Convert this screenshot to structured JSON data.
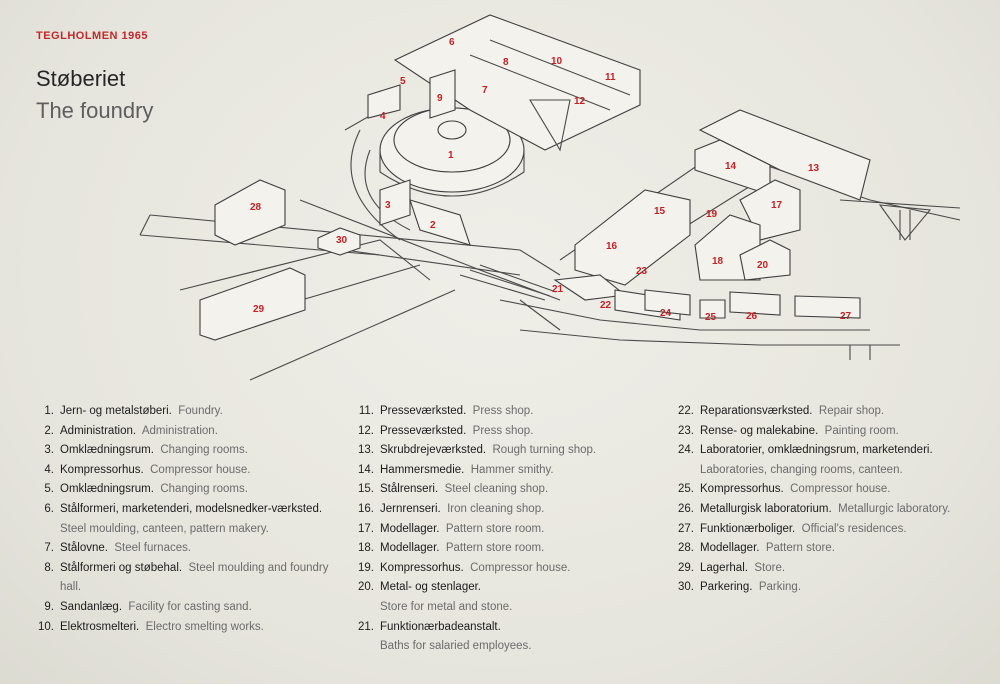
{
  "header": {
    "tag": "TEGLHOLMEN 1965",
    "title_da": "Støberiet",
    "title_en": "The foundry"
  },
  "colors": {
    "accent_red": "#c32126",
    "background": "#e9e8e1"
  },
  "map_labels": [
    "1",
    "2",
    "3",
    "4",
    "5",
    "6",
    "7",
    "8",
    "9",
    "10",
    "11",
    "12",
    "13",
    "14",
    "15",
    "16",
    "17",
    "18",
    "19",
    "20",
    "21",
    "22",
    "23",
    "24",
    "25",
    "26",
    "27",
    "28",
    "29",
    "30"
  ],
  "legend": {
    "col1": [
      {
        "n": "1.",
        "da": "Jern- og metalstøberi.",
        "en": "Foundry."
      },
      {
        "n": "2.",
        "da": "Administration.",
        "en": "Administration."
      },
      {
        "n": "3.",
        "da": "Omklædningsrum.",
        "en": "Changing rooms."
      },
      {
        "n": "4.",
        "da": "Kompressorhus.",
        "en": "Compressor house."
      },
      {
        "n": "5.",
        "da": "Omklædningsrum.",
        "en": "Changing rooms."
      },
      {
        "n": "6.",
        "da": "Stålformeri, marketenderi, modelsnedker-værksted.",
        "en": "Steel moulding, canteen, pattern makery."
      },
      {
        "n": "7.",
        "da": "Stålovne.",
        "en": "Steel furnaces."
      },
      {
        "n": "8.",
        "da": "Stålformeri og støbehal.",
        "en": "Steel moulding and foundry hall."
      },
      {
        "n": "9.",
        "da": "Sandanlæg.",
        "en": "Facility for casting sand."
      },
      {
        "n": "10.",
        "da": "Elektrosmelteri.",
        "en": "Electro smelting works."
      }
    ],
    "col2": [
      {
        "n": "11.",
        "da": "Presseværksted.",
        "en": "Press shop."
      },
      {
        "n": "12.",
        "da": "Presseværksted.",
        "en": "Press shop."
      },
      {
        "n": "13.",
        "da": "Skrubdrejeværksted.",
        "en": "Rough turning shop."
      },
      {
        "n": "14.",
        "da": "Hammersmedie.",
        "en": "Hammer smithy."
      },
      {
        "n": "15.",
        "da": "Stålrenseri.",
        "en": "Steel cleaning shop."
      },
      {
        "n": "16.",
        "da": "Jernrenseri.",
        "en": "Iron cleaning shop."
      },
      {
        "n": "17.",
        "da": "Modellager.",
        "en": "Pattern store room."
      },
      {
        "n": "18.",
        "da": "Modellager.",
        "en": "Pattern store room."
      },
      {
        "n": "19.",
        "da": "Kompressorhus.",
        "en": "Compressor house."
      },
      {
        "n": "20.",
        "da": "Metal- og stenlager.",
        "en": "Store for metal and stone."
      },
      {
        "n": "21.",
        "da": "Funktionærbadeanstalt.",
        "en": "Baths for salaried employees."
      }
    ],
    "col3": [
      {
        "n": "22.",
        "da": "Reparationsværksted.",
        "en": "Repair shop."
      },
      {
        "n": "23.",
        "da": "Rense- og malekabine.",
        "en": "Painting room."
      },
      {
        "n": "24.",
        "da": "Laboratorier, omklædningsrum, marketenderi.",
        "en": "Laboratories, changing rooms, canteen."
      },
      {
        "n": "25.",
        "da": "Kompressorhus.",
        "en": "Compressor house."
      },
      {
        "n": "26.",
        "da": "Metallurgisk laboratorium.",
        "en": "Metallurgic laboratory."
      },
      {
        "n": "27.",
        "da": "Funktionærboliger.",
        "en": "Official's residences."
      },
      {
        "n": "28.",
        "da": "Modellager.",
        "en": "Pattern store."
      },
      {
        "n": "29.",
        "da": "Lagerhal.",
        "en": "Store."
      },
      {
        "n": "30.",
        "da": "Parkering.",
        "en": "Parking."
      }
    ]
  }
}
